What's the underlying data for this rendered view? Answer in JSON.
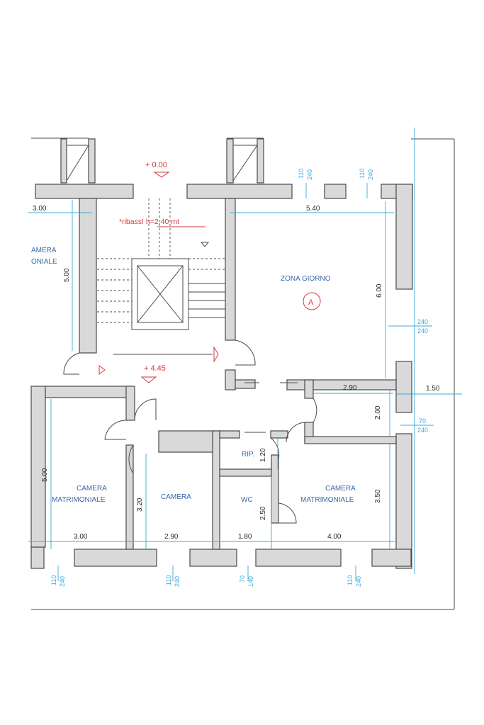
{
  "levels": {
    "top": "+ 0.00",
    "landing": "+ 4.45",
    "ceiling_note": "*ribass! h=2,40 mt"
  },
  "rooms": {
    "camera_left_cut": "AMERA\nONIALE",
    "zona_giorno": "ZONA GIORNO",
    "zone_badge": "A",
    "camera_matrimoniale_left": "CAMERA\nMATRIMONIALE",
    "camera": "CAMERA",
    "ripostiglio": "RIP.",
    "wc": "WC",
    "camera_matrimoniale_right": "CAMERA\nMATRIMONIALE"
  },
  "dimensions": {
    "top_left_width": "3.00",
    "left_room_height": "5.00",
    "zona_width": "5.40",
    "zona_height": "6.00",
    "corridor_width": "2.90",
    "corridor_height": "2.00",
    "balcony": "1.50",
    "rip_height": "1.20",
    "left_bed_height": "5.00",
    "camera_height": "3.20",
    "wc_height": "2.50",
    "right_bed_height": "3.50",
    "bottom_1": "3.00",
    "bottom_2": "2.90",
    "bottom_3": "1.80",
    "bottom_4": "4.00"
  },
  "windows": {
    "w_top_1": [
      "110",
      "240"
    ],
    "w_top_2": [
      "110",
      "240"
    ],
    "w_right_1": [
      "240",
      "240"
    ],
    "w_right_2": [
      "70",
      "240"
    ],
    "w_bottom_1": [
      "110",
      "240"
    ],
    "w_bottom_2": [
      "110",
      "240"
    ],
    "w_bottom_3": [
      "70",
      "140"
    ],
    "w_bottom_4": [
      "110",
      "240"
    ]
  },
  "colors": {
    "wall_fill": "#d9d9d9",
    "wall_line": "#4a4a4a",
    "dimension_line": "#3fa9d6",
    "room_label": "#3c66a8",
    "level_marker": "#d7373c"
  }
}
